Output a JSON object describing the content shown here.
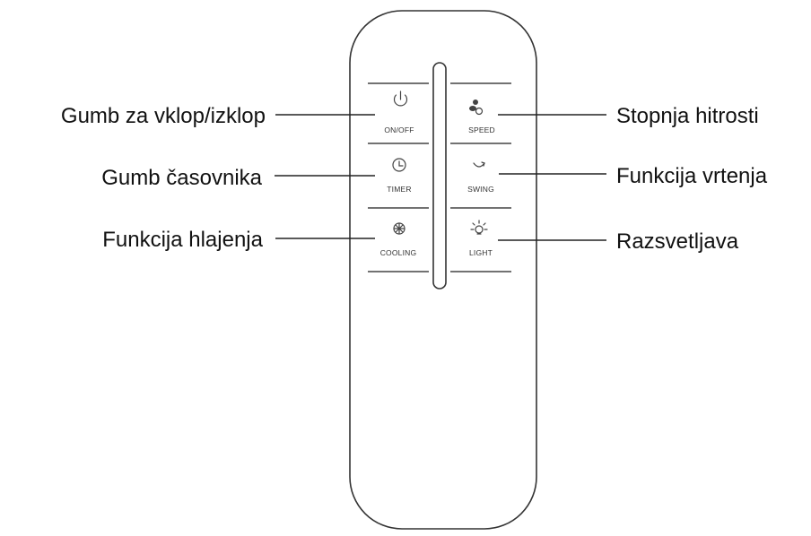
{
  "callouts": {
    "left": [
      "Gumb za vklop/izklop",
      "Gumb časovnika",
      "Funkcija hlajenja"
    ],
    "right": [
      "Stopnja hitrosti",
      "Funkcija vrtenja",
      "Razsvetljava"
    ]
  },
  "remote": {
    "buttons": {
      "onoff": {
        "label": "ON/OFF",
        "icon": "power-icon"
      },
      "speed": {
        "label": "SPEED",
        "icon": "fan-icon"
      },
      "timer": {
        "label": "TIMER",
        "icon": "clock-icon"
      },
      "swing": {
        "label": "SWING",
        "icon": "swing-icon"
      },
      "cooling": {
        "label": "COOLING",
        "icon": "snowflake-icon"
      },
      "light": {
        "label": "LIGHT",
        "icon": "light-bulb-icon"
      }
    }
  }
}
